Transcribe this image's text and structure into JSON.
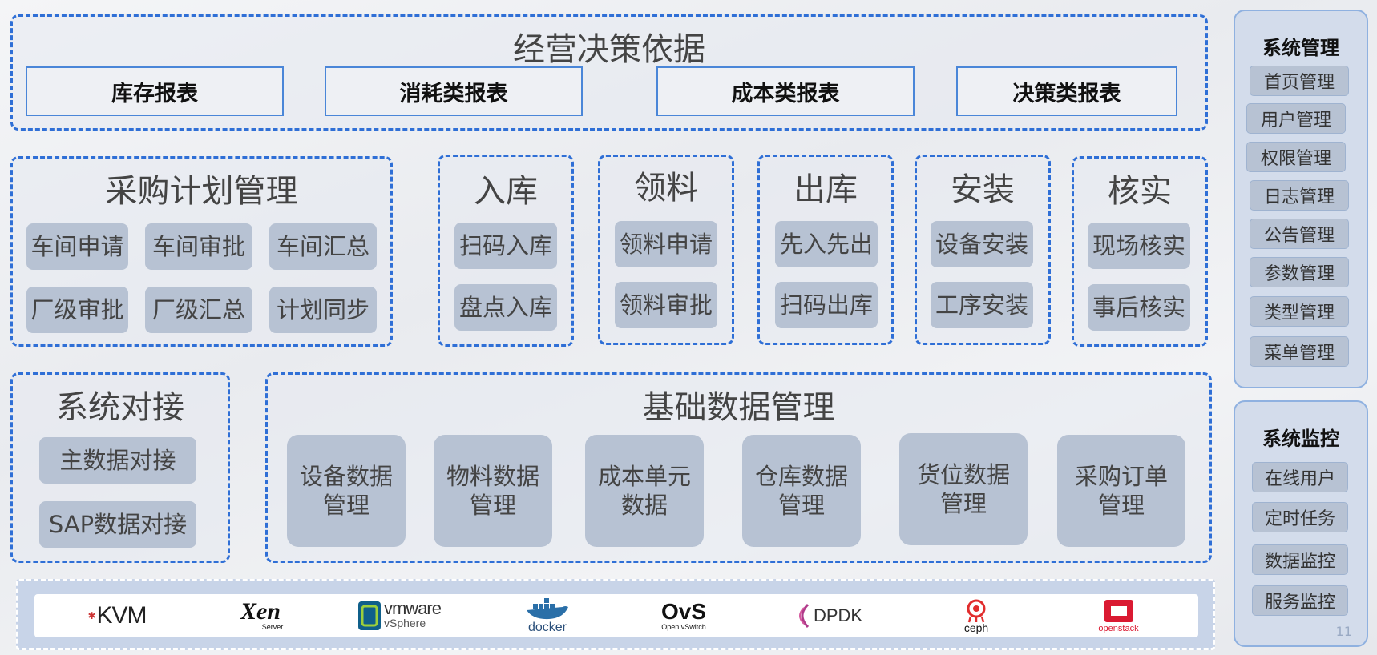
{
  "decision": {
    "title": "经营决策依据",
    "reports": [
      "库存报表",
      "消耗类报表",
      "成本类报表",
      "决策类报表"
    ]
  },
  "procurement": {
    "title": "采购计划管理",
    "items": [
      "车间申请",
      "车间审批",
      "车间汇总",
      "厂级审批",
      "厂级汇总",
      "计划同步"
    ]
  },
  "modules": [
    {
      "title": "入库",
      "items": [
        "扫码入库",
        "盘点入库"
      ]
    },
    {
      "title": "领料",
      "items": [
        "领料申请",
        "领料审批"
      ]
    },
    {
      "title": "出库",
      "items": [
        "先入先出",
        "扫码出库"
      ]
    },
    {
      "title": "安装",
      "items": [
        "设备安装",
        "工序安装"
      ]
    },
    {
      "title": "核实",
      "items": [
        "现场核实",
        "事后核实"
      ]
    }
  ],
  "integration": {
    "title": "系统对接",
    "items": [
      "主数据对接",
      "SAP数据对接"
    ]
  },
  "basedata": {
    "title": "基础数据管理",
    "items": [
      {
        "l1": "设备数据",
        "l2": "管理"
      },
      {
        "l1": "物料数据",
        "l2": "管理"
      },
      {
        "l1": "成本单元",
        "l2": "数据"
      },
      {
        "l1": "仓库数据",
        "l2": "管理"
      },
      {
        "l1": "货位数据",
        "l2": "管理"
      },
      {
        "l1": "采购订单",
        "l2": "管理"
      }
    ]
  },
  "sysmgmt": {
    "title": "系统管理",
    "items": [
      "首页管理",
      "用户管理",
      "权限管理",
      "日志管理",
      "公告管理",
      "参数管理",
      "类型管理",
      "菜单管理"
    ]
  },
  "sysmon": {
    "title": "系统监控",
    "items": [
      "在线用户",
      "定时任务",
      "数据监控",
      "服务监控"
    ]
  },
  "logos": {
    "kvm": "KVM",
    "xen": "Xen",
    "xen_sub": "Server",
    "vmware": "vmware",
    "vsphere": "vSphere",
    "docker": "docker",
    "ovs": "OvS",
    "ovs_sub": "Open vSwitch",
    "dpdk": "DPDK",
    "ceph": "ceph",
    "openstack": "openstack"
  },
  "page_number": "11",
  "colors": {
    "accent": "#2f6fd6",
    "chip": "#b7c2d3",
    "panel": "#d3dceb"
  }
}
